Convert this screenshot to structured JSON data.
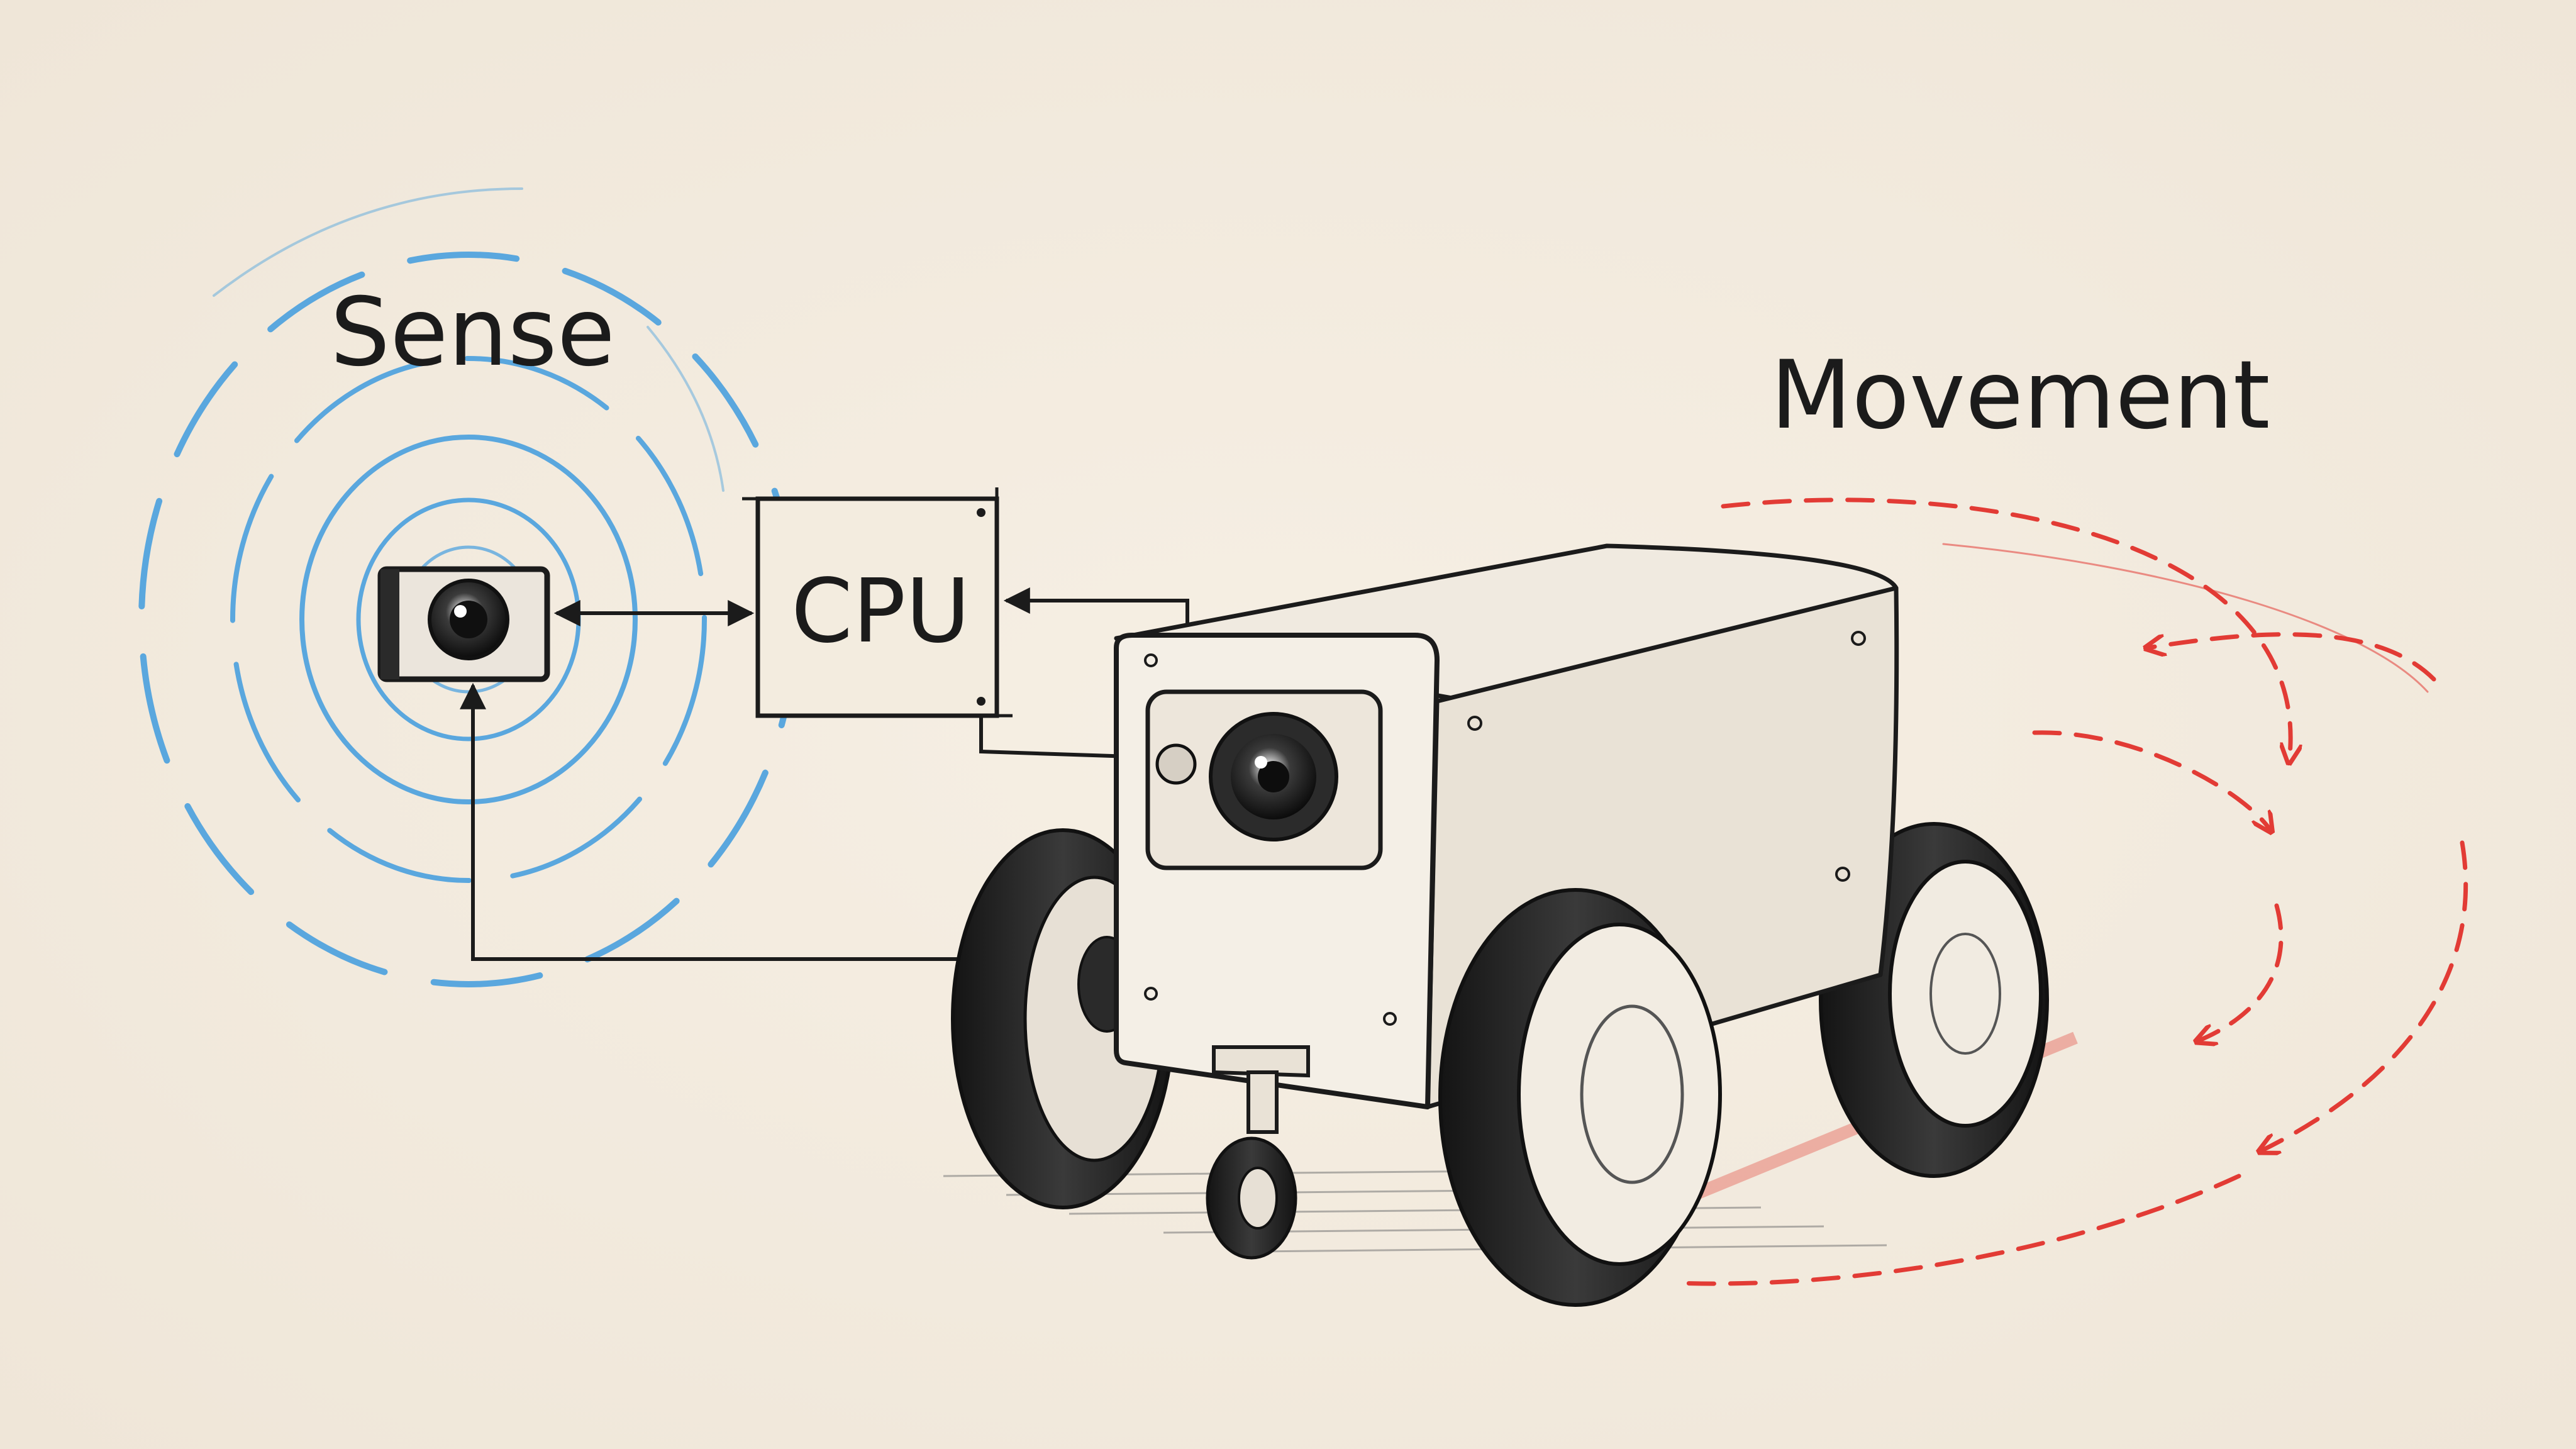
{
  "labels": {
    "sense": "Sense",
    "cpu": "CPU",
    "movement": "Movement"
  },
  "colors": {
    "background": "#f3ebdf",
    "ink": "#1b1b1b",
    "sense_waves": "#5aa7de",
    "movement_arrows": "#e23b35"
  },
  "icons": {
    "sensor": "camera-sensor-icon",
    "processor": "cpu-box",
    "robot": "wheeled-robot",
    "motion": "curved-dashed-arrows"
  }
}
